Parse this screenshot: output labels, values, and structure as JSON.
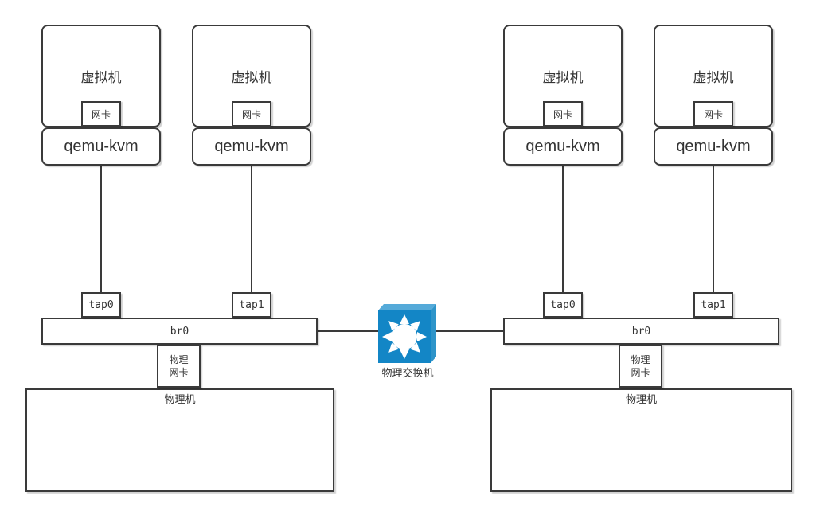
{
  "diagram": {
    "type": "network-topology",
    "switch": {
      "label": "物理交换机",
      "colors": {
        "front": "#1386c6",
        "top": "#55aad9",
        "side": "#2e94c9"
      }
    },
    "groups": [
      {
        "side": "left",
        "vms": [
          {
            "label": "虚拟机",
            "nic": "网卡",
            "hypervisor": "qemu-kvm",
            "tap": "tap0"
          },
          {
            "label": "虚拟机",
            "nic": "网卡",
            "hypervisor": "qemu-kvm",
            "tap": "tap1"
          }
        ],
        "bridge": "br0",
        "physical_nic_line1": "物理",
        "physical_nic_line2": "网卡",
        "host": "物理机"
      },
      {
        "side": "right",
        "vms": [
          {
            "label": "虚拟机",
            "nic": "网卡",
            "hypervisor": "qemu-kvm",
            "tap": "tap0"
          },
          {
            "label": "虚拟机",
            "nic": "网卡",
            "hypervisor": "qemu-kvm",
            "tap": "tap1"
          }
        ],
        "bridge": "br0",
        "physical_nic_line1": "物理",
        "physical_nic_line2": "网卡",
        "host": "物理机"
      }
    ]
  }
}
